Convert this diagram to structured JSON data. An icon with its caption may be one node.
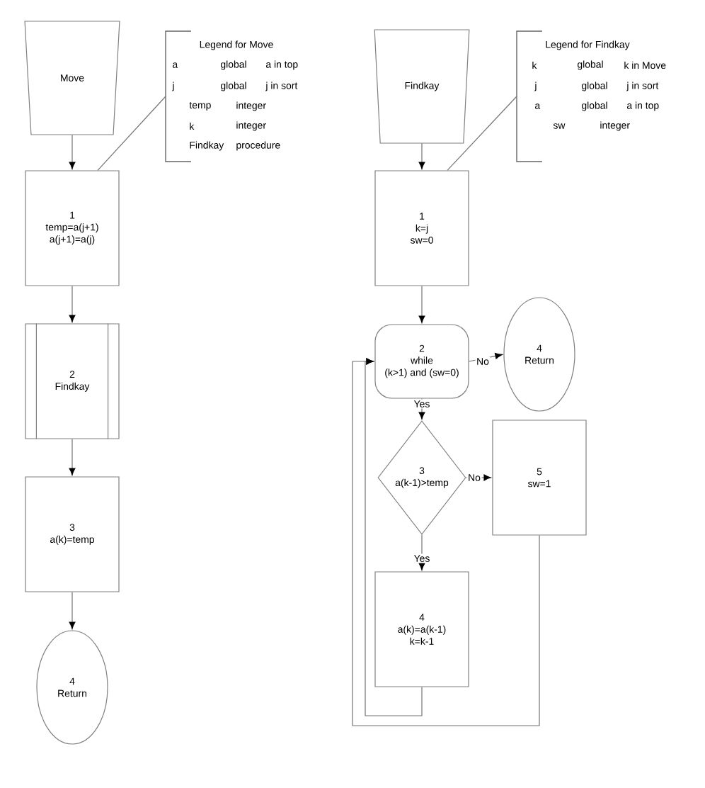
{
  "diagram": {
    "nodes": [
      {
        "text": [
          "Move"
        ]
      },
      {
        "text": [
          "Legend for Move",
          "a",
          "global",
          "a in top",
          "j",
          "global",
          "j in sort",
          "temp",
          "integer",
          "k",
          "integer",
          "Findkay",
          "procedure"
        ]
      },
      {
        "text": [
          "1",
          "temp=a(j+1)",
          "a(j+1)=a(j)"
        ]
      },
      {
        "text": [
          "2",
          "Findkay"
        ]
      },
      {
        "text": [
          "3",
          "a(k)=temp"
        ]
      },
      {
        "text": [
          "4",
          "Return"
        ]
      },
      {
        "text": [
          "Findkay"
        ]
      },
      {
        "text": [
          "Legend for Findkay",
          "k",
          "global",
          "k in Move",
          "j",
          "global",
          "j in sort",
          "a",
          "global",
          "a in top",
          "sw",
          "integer"
        ]
      },
      {
        "text": [
          "1",
          "k=j",
          "sw=0"
        ]
      },
      {
        "text": [
          "2",
          "while",
          "(k>1) and (sw=0)"
        ]
      },
      {
        "text": [
          "4",
          "Return"
        ]
      },
      {
        "text": [
          "3",
          "a(k-1)>temp"
        ]
      },
      {
        "text": [
          "5",
          "sw=1"
        ]
      },
      {
        "text": [
          "4",
          "a(k)=a(k-1)",
          "k=k-1"
        ]
      }
    ],
    "edges": [
      {
        "from": 0,
        "to": 2,
        "arrow": "to"
      },
      {
        "from": 1,
        "to": 2,
        "arrow": "none"
      },
      {
        "from": 2,
        "to": 3,
        "arrow": "to"
      },
      {
        "from": 3,
        "to": 4,
        "arrow": "to"
      },
      {
        "from": 4,
        "to": 5,
        "arrow": "to"
      },
      {
        "from": 6,
        "to": 8,
        "arrow": "to"
      },
      {
        "from": 7,
        "to": 8,
        "arrow": "none"
      },
      {
        "from": 8,
        "to": 9,
        "arrow": "to"
      },
      {
        "from": 9,
        "to": 10,
        "arrow": "to",
        "label": "No"
      },
      {
        "from": 9,
        "to": 11,
        "arrow": "to",
        "label": "Yes"
      },
      {
        "from": 11,
        "to": 12,
        "arrow": "to",
        "label": "No"
      },
      {
        "from": 11,
        "to": 13,
        "arrow": "to",
        "label": "Yes"
      },
      {
        "from": 13,
        "to": 9,
        "arrow": "to"
      },
      {
        "from": 12,
        "to": 9,
        "arrow": "to"
      }
    ]
  }
}
